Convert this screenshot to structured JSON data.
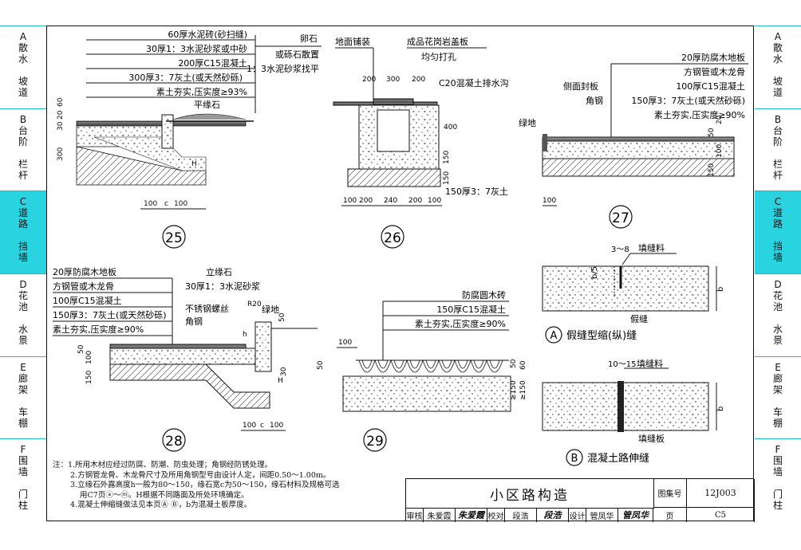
{
  "sidebar": {
    "tabs": [
      {
        "code": "A",
        "line1": "散水",
        "line2": "坡道",
        "active": false
      },
      {
        "code": "B",
        "line1": "台阶",
        "line2": "栏杆",
        "active": false
      },
      {
        "code": "C",
        "line1": "道路",
        "line2": "挡墙",
        "active": true
      },
      {
        "code": "D",
        "line1": "花池",
        "line2": "水景",
        "active": false
      },
      {
        "code": "E",
        "line1": "廊架",
        "line2": "车棚",
        "active": false
      },
      {
        "code": "F",
        "line1": "围墙",
        "line2": "门柱",
        "active": false
      }
    ]
  },
  "detail25": {
    "number": "25",
    "labels": [
      "60厚水泥砖(砂扫缝)",
      "30厚1：3水泥砂浆或中砂",
      "200厚C15混凝土",
      "300厚3：7灰土(或天然砂砾)",
      "素土夯实,压实度≥93%",
      "平缘石",
      "卵石",
      "或砾石散置",
      "1：3水泥砂浆找平"
    ],
    "dims": [
      "30",
      "20",
      "60",
      "300",
      "H",
      "100",
      "c",
      "100"
    ]
  },
  "detail26": {
    "number": "26",
    "labels": [
      "地面铺装",
      "成品花岗岩盖板",
      "均匀打孔",
      "C20混凝土排水沟",
      "150厚3：7灰土"
    ],
    "dims": [
      "200",
      "300",
      "200",
      "400",
      "150",
      "150",
      "100",
      "200",
      "240",
      "200",
      "100"
    ]
  },
  "detail27": {
    "number": "27",
    "labels": [
      "20厚防腐木地板",
      "方钢管或木龙骨",
      "100厚C15混凝土",
      "150厚3：7灰土(或天然砂砾)",
      "素土夯实,压实度≥90%",
      "侧面封板",
      "角钢",
      "绿地"
    ],
    "dims": [
      "50",
      "20",
      "150",
      "100",
      "100"
    ]
  },
  "detail28": {
    "number": "28",
    "labels": [
      "20厚防腐木地板",
      "方钢管或木龙骨",
      "100厚C15混凝土",
      "150厚3：7灰土(或天然砂砾)",
      "素土夯实,压实度≥90%",
      "立缘石",
      "30厚1：3水泥砂浆",
      "不锈钢螺丝",
      "R20",
      "角钢",
      "绿地"
    ],
    "dims": [
      "50",
      "100",
      "150",
      "50",
      "h",
      "H",
      "30",
      "100",
      "c",
      "100"
    ]
  },
  "detail29": {
    "number": "29",
    "labels": [
      "防腐圆木砖",
      "150厚C15混凝土",
      "素土夯实,压实度≥90%"
    ],
    "dims": [
      "100",
      "50",
      "50",
      "≥150",
      "≥150",
      "60"
    ]
  },
  "jointA": {
    "letter": "A",
    "title": "假缝型缩(纵)缝",
    "labels": [
      "填缝料",
      "假缝"
    ],
    "dims": [
      "3～8",
      "b/5",
      "b"
    ]
  },
  "jointB": {
    "letter": "B",
    "title": "混凝土路伸缝",
    "labels": [
      "填缝料",
      "填缝板"
    ],
    "dims": [
      "10～15",
      "b"
    ]
  },
  "notes": [
    "注：1.所用木材应经过防腐、防潮、防虫处理；角钢经防锈处理。",
    "2.方钢管龙骨、木龙骨尺寸及所用角钢型号由设计人定，间距0.50～1.00m。",
    "3.立缘石外露高度h一般为80～150，缘石宽c为50～150，缘石材料及规格可选",
    "用C7页ⓐ～ⓜ。H根据不同路面及所处环境确定。",
    "4.混凝土伸缩缝做法见本页Ⓐ Ⓑ，b为混凝土板厚度。"
  ],
  "titleblock": {
    "title": "小区路构造",
    "atlas_label": "图集号",
    "atlas_no": "12J003",
    "page_label": "页",
    "page_no": "C5",
    "review_label": "审核",
    "reviewer": "朱爱霞",
    "reviewer_sig": "朱爱霞",
    "check_label": "校对",
    "checker": "段浩",
    "checker_sig": "段浩",
    "design_label": "设计",
    "designer": "管凤华",
    "designer_sig": "管凤华"
  }
}
